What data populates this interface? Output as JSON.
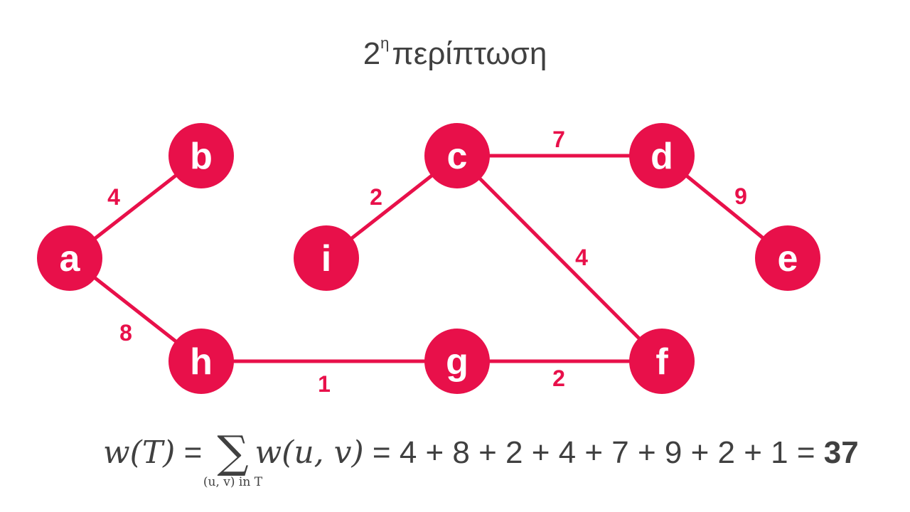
{
  "title": {
    "number": "2",
    "superscript": "η",
    "text": "περίπτωση"
  },
  "colors": {
    "accent": "#e8104a",
    "text": "#404040",
    "background": "#ffffff"
  },
  "nodes": [
    {
      "id": "a",
      "label": "a"
    },
    {
      "id": "b",
      "label": "b"
    },
    {
      "id": "c",
      "label": "c"
    },
    {
      "id": "d",
      "label": "d"
    },
    {
      "id": "e",
      "label": "e"
    },
    {
      "id": "f",
      "label": "f"
    },
    {
      "id": "g",
      "label": "g"
    },
    {
      "id": "h",
      "label": "h"
    },
    {
      "id": "i",
      "label": "i"
    }
  ],
  "edges": [
    {
      "from": "a",
      "to": "b",
      "weight": "4"
    },
    {
      "from": "a",
      "to": "h",
      "weight": "8"
    },
    {
      "from": "i",
      "to": "c",
      "weight": "2"
    },
    {
      "from": "c",
      "to": "d",
      "weight": "7"
    },
    {
      "from": "d",
      "to": "e",
      "weight": "9"
    },
    {
      "from": "c",
      "to": "f",
      "weight": "4"
    },
    {
      "from": "h",
      "to": "g",
      "weight": "1"
    },
    {
      "from": "g",
      "to": "f",
      "weight": "2"
    }
  ],
  "formula": {
    "lhs": "w(T)",
    "equals": " = ",
    "sigma": "∑",
    "subscript": "(u, v) in T",
    "term": "w(u,  v)",
    "sum": " = 4 + 8 + 2 + 4 + 7 + 9 + 2 + 1 = ",
    "total": "37"
  }
}
